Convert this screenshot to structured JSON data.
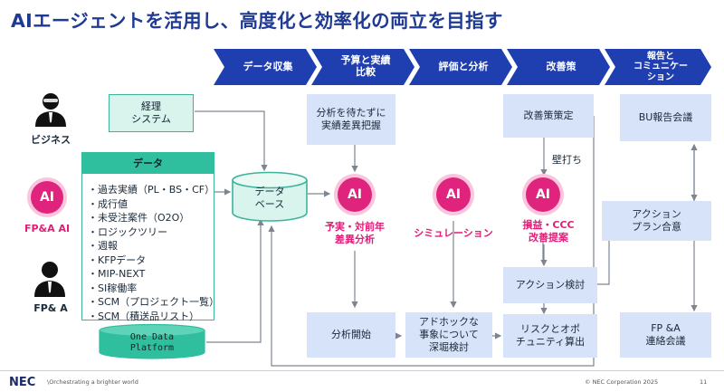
{
  "title": "AIエージェントを活用し、高度化と効率化の両立を目指す",
  "phases": [
    "データ収集",
    "予算と実績\n比較",
    "評価と分析",
    "改善策",
    "報告と\nコミュニケー\nション"
  ],
  "actors": {
    "business": "ビジネス",
    "fpa_ai": "FP&A AI",
    "fpa": "FP& A",
    "ai_badge": "AI"
  },
  "boxes": {
    "keiri": "経理\nシステム",
    "data_head": "データ",
    "database": "データ\nベース",
    "platform": "One Data\nPlatform",
    "wait_analysis": "分析を待たずに\n実績差異把握",
    "improvement_plan": "改善策策定",
    "bu_meeting": "BU報告会議",
    "action_agreement": "アクション\nプラン合意",
    "action_review": "アクション検討",
    "analysis_start": "分析開始",
    "adhoc": "アドホックな\n事象について\n深堀検討",
    "risk": "リスクとオポ\nチュニティ算出",
    "fpa_meeting": "FP &A\n連絡会議"
  },
  "data_items": [
    "・過去実績（PL・BS・CF）",
    "・成行値",
    "・未受注案件（O2O）",
    "・ロジックツリー",
    "・週報",
    "・KFPデータ",
    "・MIP-NEXT",
    "・SI稼働率",
    "・SCM（プロジェクト一覧）",
    "・SCM（積送品リスト）"
  ],
  "ai_labels": {
    "variance": "予実・対前年\n差異分析",
    "simulation": "シミュレーション",
    "pl_ccc": "損益・CCC\n改善提案"
  },
  "wall_bounce": "壁打ち",
  "footer": {
    "logo": "NEC",
    "tagline": "\\Orchestrating a brighter world",
    "copyright": "© NEC Corporation 2025",
    "page": "11"
  },
  "colors": {
    "title": "#1f3a93",
    "chevron": "#1f3fb0",
    "ai": "#e0247e",
    "green": "#2fbf9f",
    "blue_border": "#3f6fd1"
  }
}
